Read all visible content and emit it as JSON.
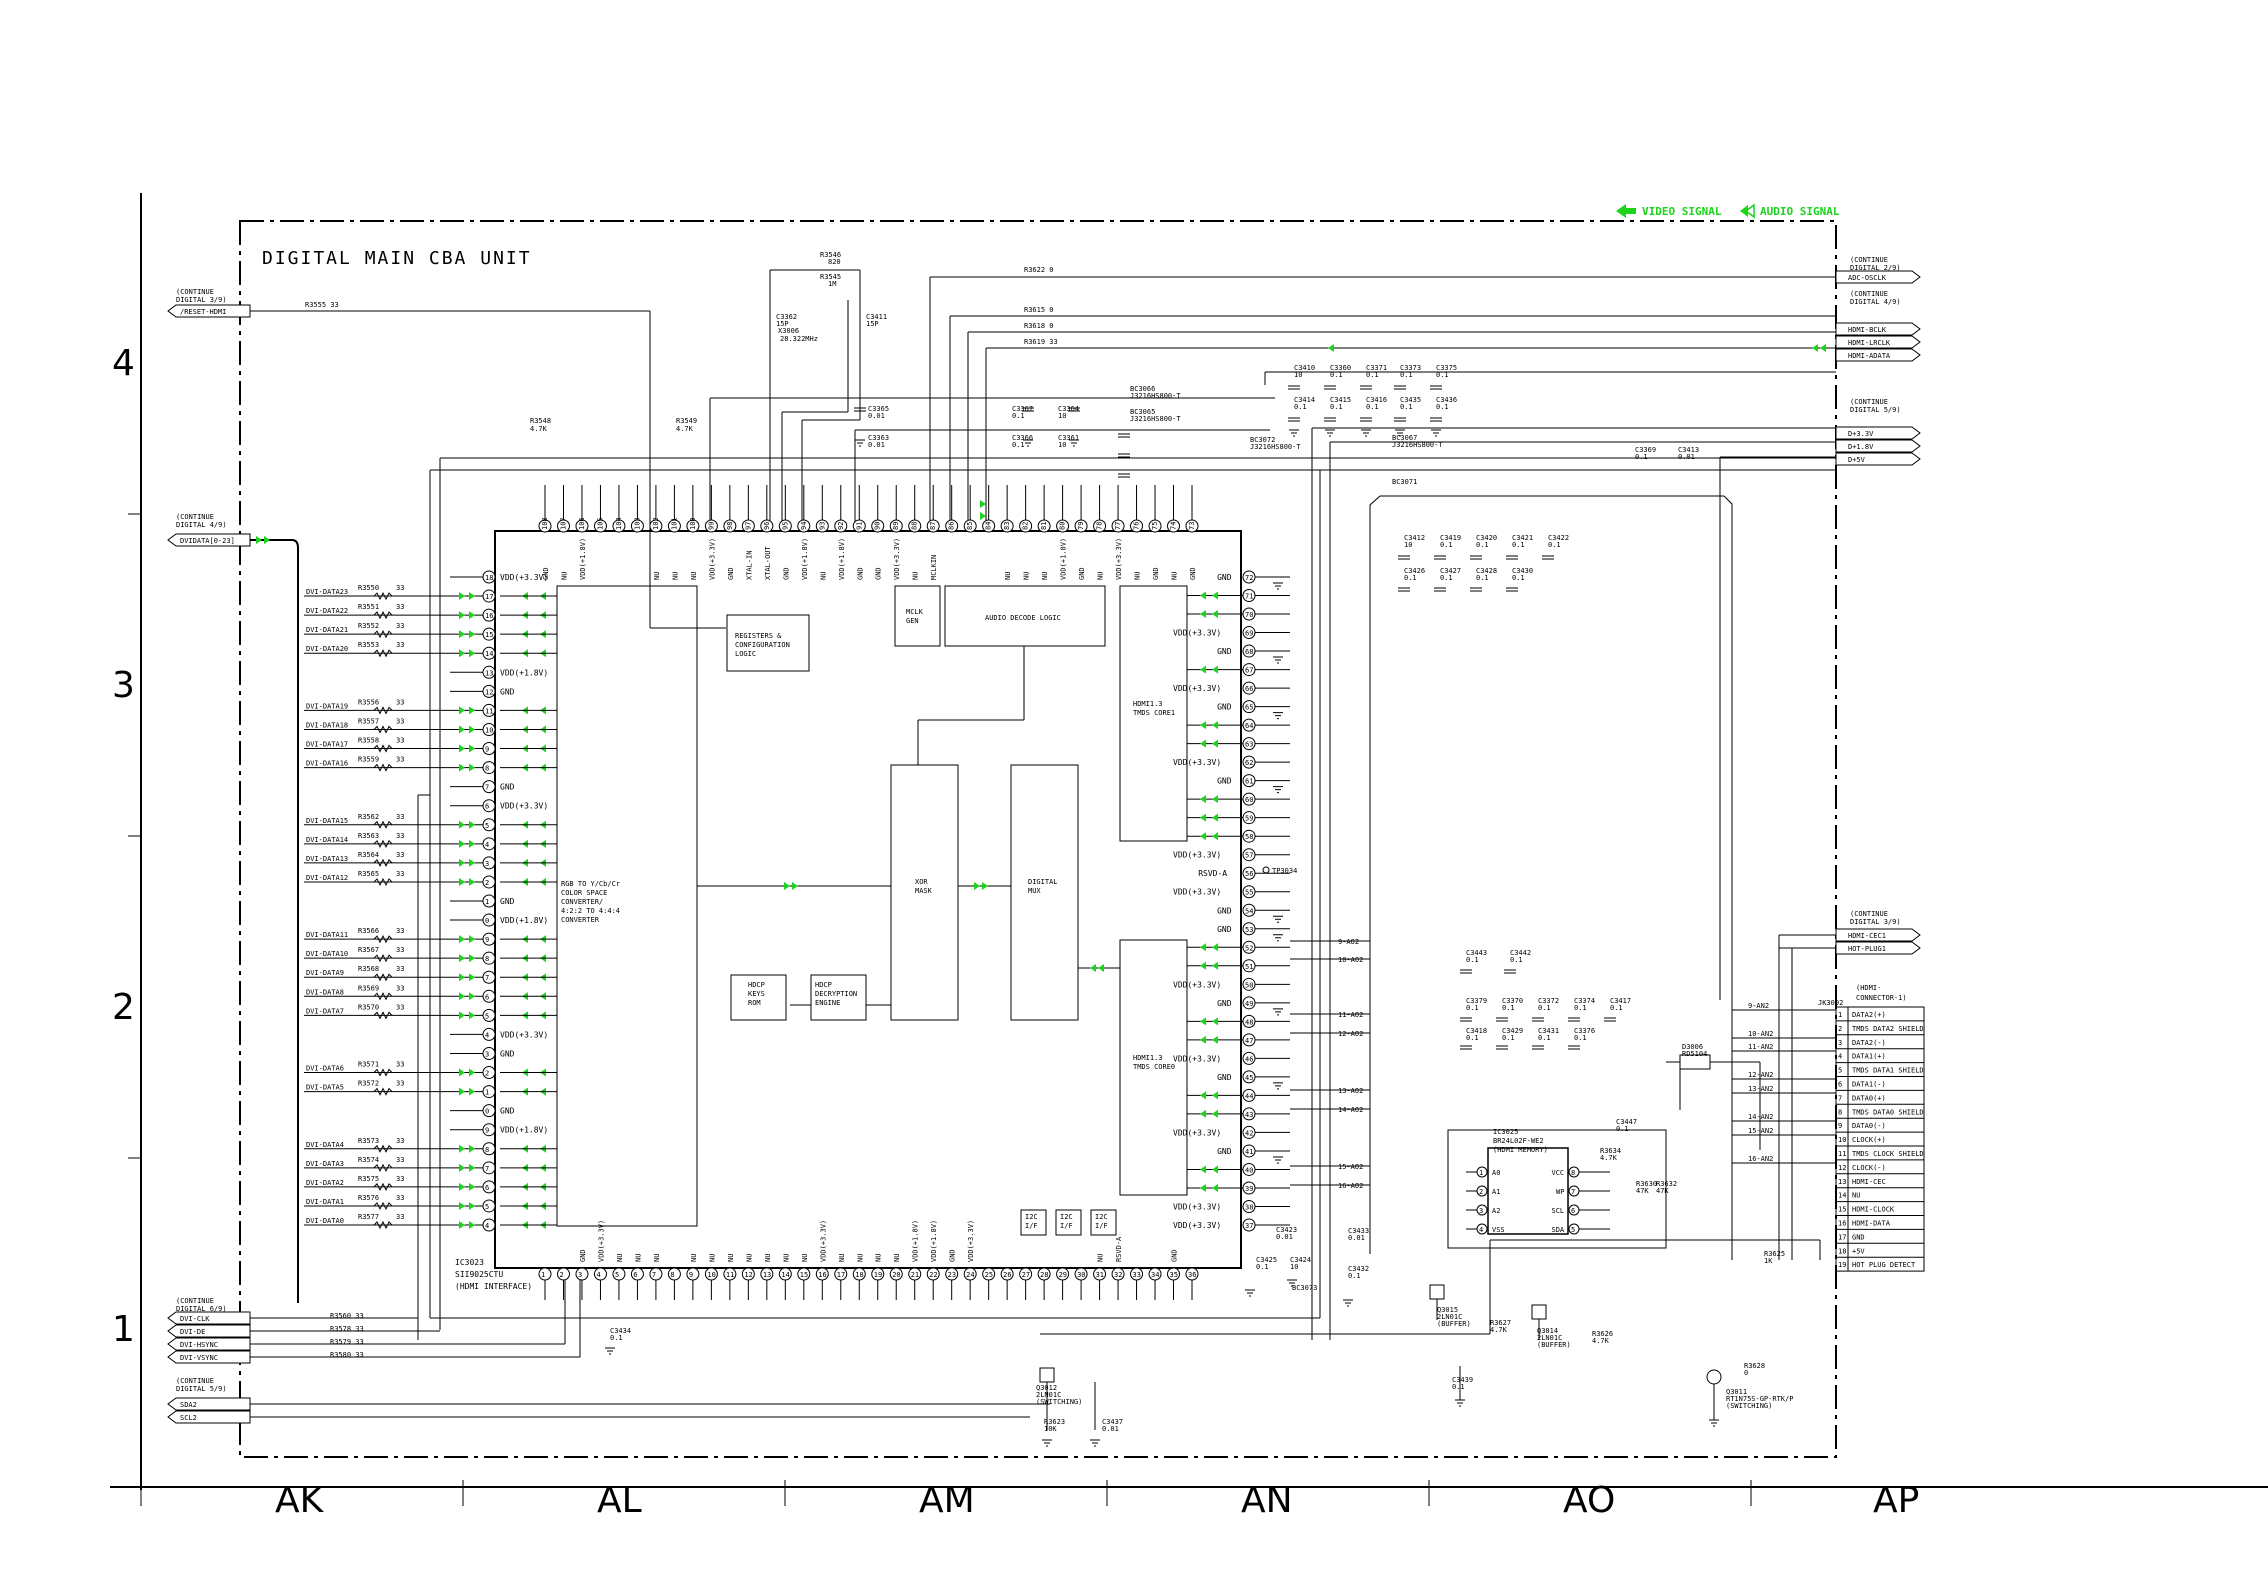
{
  "title": "DIGITAL MAIN CBA UNIT",
  "legend": {
    "video": "VIDEO SIGNAL",
    "audio": "AUDIO SIGNAL",
    "color": "#1bd41b"
  },
  "grid": {
    "rows": [
      "4",
      "3",
      "2",
      "1"
    ],
    "cols": [
      "AK",
      "AL",
      "AM",
      "AN",
      "AO",
      "AP"
    ]
  },
  "ic3023": {
    "ref": "IC3023",
    "part": "SII9025CTU",
    "desc": "(HDMI INTERFACE)"
  },
  "ic3025": {
    "ref": "IC3025",
    "part": "BR24L02F-WE2",
    "desc": "(HDMI MEMORY)"
  },
  "blocks": {
    "regs": [
      "REGISTERS &",
      "CONFIGURATION",
      "LOGIC"
    ],
    "audio": "AUDIO DECODE LOGIC",
    "mclk": [
      "MCLK",
      "GEN"
    ],
    "tmds1": [
      "HDMI1.3",
      "TMDS CORE1"
    ],
    "tmds0": [
      "HDMI1.3",
      "TMDS CORE0"
    ],
    "csc": [
      "RGB TO Y/Cb/Cr",
      "COLOR SPACE",
      "CONVERTER/",
      "4:2:2 TO 4:4:4",
      "CONVERTER"
    ],
    "xor": [
      "XOR",
      "MASK"
    ],
    "dmux": [
      "DIGITAL",
      "MUX"
    ],
    "keys": [
      "HDCP",
      "KEYS",
      "ROM"
    ],
    "decr": [
      "HDCP",
      "DECRYPTION",
      "ENGINE"
    ]
  },
  "offpage_left": [
    {
      "cont": [
        "(CONTINUE",
        "DIGITAL 3/9)"
      ],
      "signals": [
        "/RESET-HDMI"
      ]
    },
    {
      "cont": [
        "(CONTINUE",
        "DIGITAL 4/9)"
      ],
      "signals": [
        "DVIDATA[0-23]"
      ]
    },
    {
      "cont": [
        "(CONTINUE",
        "DIGITAL 6/9)"
      ],
      "signals": [
        "DVI-CLK",
        "DVI-DE",
        "DVI-HSYNC",
        "DVI-VSYNC"
      ]
    },
    {
      "cont": [
        "(CONTINUE",
        "DIGITAL 5/9)"
      ],
      "signals": [
        "SDA2",
        "SCL2"
      ]
    }
  ],
  "offpage_right": [
    {
      "cont": [
        "(CONTINUE",
        "DIGITAL 2/9)"
      ],
      "signals": [
        "ADC-OSCLK"
      ]
    },
    {
      "cont": [
        "(CONTINUE",
        "DIGITAL 4/9)"
      ],
      "signals": [
        "HDMI-BCLK",
        "HDMI-LRCLK",
        "HDMI-ADATA"
      ]
    },
    {
      "cont": [
        "(CONTINUE",
        "DIGITAL 5/9)"
      ],
      "signals": [
        "D+3.3V",
        "D+1.8V",
        "D+5V"
      ]
    },
    {
      "cont": [
        "(CONTINUE",
        "DIGITAL 3/9)"
      ],
      "signals": [
        "HDMI-CEC1",
        "HOT-PLUG1"
      ]
    }
  ],
  "left_pins": [
    {
      "n": "18",
      "l": "VDD(+3.3V)"
    },
    {
      "n": "17",
      "l": ""
    },
    {
      "n": "16",
      "l": ""
    },
    {
      "n": "15",
      "l": ""
    },
    {
      "n": "14",
      "l": ""
    },
    {
      "n": "13",
      "l": "VDD(+1.8V)"
    },
    {
      "n": "12",
      "l": "GND"
    },
    {
      "n": "11",
      "l": ""
    },
    {
      "n": "10",
      "l": ""
    },
    {
      "n": "9",
      "l": ""
    },
    {
      "n": "8",
      "l": ""
    },
    {
      "n": "7",
      "l": "GND"
    },
    {
      "n": "6",
      "l": "VDD(+3.3V)"
    },
    {
      "n": "5",
      "l": ""
    },
    {
      "n": "4",
      "l": ""
    },
    {
      "n": "3",
      "l": ""
    },
    {
      "n": "2",
      "l": ""
    },
    {
      "n": "1",
      "l": "GND"
    },
    {
      "n": "0",
      "l": "VDD(+1.8V)"
    },
    {
      "n": "9",
      "l": ""
    },
    {
      "n": "8",
      "l": ""
    },
    {
      "n": "7",
      "l": ""
    },
    {
      "n": "6",
      "l": ""
    },
    {
      "n": "5",
      "l": ""
    },
    {
      "n": "4",
      "l": "VDD(+3.3V)"
    },
    {
      "n": "3",
      "l": "GND"
    },
    {
      "n": "2",
      "l": ""
    },
    {
      "n": "1",
      "l": ""
    },
    {
      "n": "0",
      "l": "GND"
    },
    {
      "n": "9",
      "l": "VDD(+1.8V)"
    },
    {
      "n": "8",
      "l": ""
    },
    {
      "n": "7",
      "l": ""
    },
    {
      "n": "6",
      "l": ""
    },
    {
      "n": "5",
      "l": ""
    },
    {
      "n": "4",
      "l": ""
    }
  ],
  "dvi_rows": [
    {
      "sig": "DVI-DATA23",
      "r": "R3550",
      "v": "33"
    },
    {
      "sig": "DVI-DATA22",
      "r": "R3551",
      "v": "33"
    },
    {
      "sig": "DVI-DATA21",
      "r": "R3552",
      "v": "33"
    },
    {
      "sig": "DVI-DATA20",
      "r": "R3553",
      "v": "33"
    },
    {
      "sig": "DVI-DATA19",
      "r": "R3556",
      "v": "33"
    },
    {
      "sig": "DVI-DATA18",
      "r": "R3557",
      "v": "33"
    },
    {
      "sig": "DVI-DATA17",
      "r": "R3558",
      "v": "33"
    },
    {
      "sig": "DVI-DATA16",
      "r": "R3559",
      "v": "33"
    },
    {
      "sig": "DVI-DATA15",
      "r": "R3562",
      "v": "33"
    },
    {
      "sig": "DVI-DATA14",
      "r": "R3563",
      "v": "33"
    },
    {
      "sig": "DVI-DATA13",
      "r": "R3564",
      "v": "33"
    },
    {
      "sig": "DVI-DATA12",
      "r": "R3565",
      "v": "33"
    },
    {
      "sig": "DVI-DATA11",
      "r": "R3566",
      "v": "33"
    },
    {
      "sig": "DVI-DATA10",
      "r": "R3567",
      "v": "33"
    },
    {
      "sig": "DVI-DATA9",
      "r": "R3568",
      "v": "33"
    },
    {
      "sig": "DVI-DATA8",
      "r": "R3569",
      "v": "33"
    },
    {
      "sig": "DVI-DATA7",
      "r": "R3570",
      "v": "33"
    },
    {
      "sig": "DVI-DATA6",
      "r": "R3571",
      "v": "33"
    },
    {
      "sig": "DVI-DATA5",
      "r": "R3572",
      "v": "33"
    },
    {
      "sig": "DVI-DATA4",
      "r": "R3573",
      "v": "33"
    },
    {
      "sig": "DVI-DATA3",
      "r": "R3574",
      "v": "33"
    },
    {
      "sig": "DVI-DATA2",
      "r": "R3575",
      "v": "33"
    },
    {
      "sig": "DVI-DATA1",
      "r": "R3576",
      "v": "33"
    },
    {
      "sig": "DVI-DATA0",
      "r": "R3577",
      "v": "33"
    }
  ],
  "right_pins": [
    {
      "n": "72",
      "l": "GND"
    },
    {
      "n": "71",
      "l": ""
    },
    {
      "n": "70",
      "l": ""
    },
    {
      "n": "69",
      "l": "VDD(+3.3V)"
    },
    {
      "n": "68",
      "l": "GND"
    },
    {
      "n": "67",
      "l": ""
    },
    {
      "n": "66",
      "l": "VDD(+3.3V)"
    },
    {
      "n": "65",
      "l": "GND"
    },
    {
      "n": "64",
      "l": ""
    },
    {
      "n": "63",
      "l": ""
    },
    {
      "n": "62",
      "l": "VDD(+3.3V)"
    },
    {
      "n": "61",
      "l": "GND"
    },
    {
      "n": "60",
      "l": ""
    },
    {
      "n": "59",
      "l": ""
    },
    {
      "n": "58",
      "l": ""
    },
    {
      "n": "57",
      "l": "VDD(+3.3V)"
    },
    {
      "n": "56",
      "l": "RSVD-A"
    },
    {
      "n": "55",
      "l": "VDD(+3.3V)"
    },
    {
      "n": "54",
      "l": "GND"
    },
    {
      "n": "53",
      "l": "GND"
    },
    {
      "n": "52",
      "l": ""
    },
    {
      "n": "51",
      "l": ""
    },
    {
      "n": "50",
      "l": "VDD(+3.3V)"
    },
    {
      "n": "49",
      "l": "GND"
    },
    {
      "n": "48",
      "l": ""
    },
    {
      "n": "47",
      "l": ""
    },
    {
      "n": "46",
      "l": "VDD(+3.3V)"
    },
    {
      "n": "45",
      "l": "GND"
    },
    {
      "n": "44",
      "l": ""
    },
    {
      "n": "43",
      "l": ""
    },
    {
      "n": "42",
      "l": "VDD(+3.3V)"
    },
    {
      "n": "41",
      "l": "GND"
    },
    {
      "n": "40",
      "l": ""
    },
    {
      "n": "39",
      "l": ""
    },
    {
      "n": "38",
      "l": "VDD(+3.3V)"
    },
    {
      "n": "37",
      "l": "VDD(+3.3V)"
    }
  ],
  "top_pins": [
    {
      "n": "108",
      "l": "GND"
    },
    {
      "n": "107",
      "l": "NU"
    },
    {
      "n": "106",
      "l": "VDD(+1.8V)"
    },
    {
      "n": "105",
      "l": ""
    },
    {
      "n": "104",
      "l": ""
    },
    {
      "n": "103",
      "l": ""
    },
    {
      "n": "102",
      "l": "NU"
    },
    {
      "n": "101",
      "l": "NU"
    },
    {
      "n": "100",
      "l": "NU"
    },
    {
      "n": "99",
      "l": "VDD(+3.3V)"
    },
    {
      "n": "98",
      "l": "GND"
    },
    {
      "n": "97",
      "l": "XTAL-IN"
    },
    {
      "n": "96",
      "l": "XTAL-OUT"
    },
    {
      "n": "95",
      "l": "GND"
    },
    {
      "n": "94",
      "l": "VDD(+1.8V)"
    },
    {
      "n": "93",
      "l": "NU"
    },
    {
      "n": "92",
      "l": "VDD(+1.8V)"
    },
    {
      "n": "91",
      "l": "GND"
    },
    {
      "n": "90",
      "l": "GND"
    },
    {
      "n": "89",
      "l": "VDD(+3.3V)"
    },
    {
      "n": "88",
      "l": "NU"
    },
    {
      "n": "87",
      "l": "MCLKIN"
    },
    {
      "n": "86",
      "l": ""
    },
    {
      "n": "85",
      "l": ""
    },
    {
      "n": "84",
      "l": ""
    },
    {
      "n": "83",
      "l": "NU"
    },
    {
      "n": "82",
      "l": "NU"
    },
    {
      "n": "81",
      "l": "NU"
    },
    {
      "n": "80",
      "l": "VDD(+1.8V)"
    },
    {
      "n": "79",
      "l": "GND"
    },
    {
      "n": "78",
      "l": "NU"
    },
    {
      "n": "77",
      "l": "VDD(+3.3V)"
    },
    {
      "n": "76",
      "l": "NU"
    },
    {
      "n": "75",
      "l": "GND"
    },
    {
      "n": "74",
      "l": "NU"
    },
    {
      "n": "73",
      "l": "GND"
    }
  ],
  "bottom_pins": [
    {
      "n": "1",
      "l": ""
    },
    {
      "n": "2",
      "l": ""
    },
    {
      "n": "3",
      "l": "GND"
    },
    {
      "n": "4",
      "l": "VDD(+3.3V)"
    },
    {
      "n": "5",
      "l": "NU"
    },
    {
      "n": "6",
      "l": "NU"
    },
    {
      "n": "7",
      "l": "NU"
    },
    {
      "n": "8",
      "l": ""
    },
    {
      "n": "9",
      "l": "NU"
    },
    {
      "n": "10",
      "l": "NU"
    },
    {
      "n": "11",
      "l": "NU"
    },
    {
      "n": "12",
      "l": "NU"
    },
    {
      "n": "13",
      "l": "NU"
    },
    {
      "n": "14",
      "l": "NU"
    },
    {
      "n": "15",
      "l": "NU"
    },
    {
      "n": "16",
      "l": "VDD(+3.3V)"
    },
    {
      "n": "17",
      "l": "NU"
    },
    {
      "n": "18",
      "l": "NU"
    },
    {
      "n": "19",
      "l": "NU"
    },
    {
      "n": "20",
      "l": "NU"
    },
    {
      "n": "21",
      "l": "VDD(+1.8V)"
    },
    {
      "n": "22",
      "l": "VDD(+1.8V)"
    },
    {
      "n": "23",
      "l": "GND"
    },
    {
      "n": "24",
      "l": "VDD(+3.3V)"
    },
    {
      "n": "25",
      "l": ""
    },
    {
      "n": "26",
      "l": ""
    },
    {
      "n": "27",
      "l": ""
    },
    {
      "n": "28",
      "l": ""
    },
    {
      "n": "29",
      "l": ""
    },
    {
      "n": "30",
      "l": ""
    },
    {
      "n": "31",
      "l": "NU"
    },
    {
      "n": "32",
      "l": "RSVD-A"
    },
    {
      "n": "33",
      "l": ""
    },
    {
      "n": "34",
      "l": ""
    },
    {
      "n": "35",
      "l": "GND"
    },
    {
      "n": "36",
      "l": ""
    }
  ],
  "i2c": [
    "I2C",
    "I/F"
  ],
  "tp": "TP3034",
  "ao2": [
    "9-AO2",
    "10-AO2",
    "11-AO2",
    "12-AO2",
    "13-AO2",
    "14-AO2",
    "15-AO2",
    "16-AO2"
  ],
  "an2": [
    "9-AN2",
    "10-AN2",
    "11-AN2",
    "12-AN2",
    "13-AN2",
    "14-AN2",
    "15-AN2",
    "16-AN2"
  ],
  "jk3002": {
    "ref": "JK3002",
    "title": [
      "(HDMI-",
      "CONNECTOR-1)"
    ],
    "pins": [
      {
        "n": "1",
        "l": "DATA2(+)"
      },
      {
        "n": "2",
        "l": "TMDS DATA2 SHIELD"
      },
      {
        "n": "3",
        "l": "DATA2(-)"
      },
      {
        "n": "4",
        "l": "DATA1(+)"
      },
      {
        "n": "5",
        "l": "TMDS DATA1 SHIELD"
      },
      {
        "n": "6",
        "l": "DATA1(-)"
      },
      {
        "n": "7",
        "l": "DATA0(+)"
      },
      {
        "n": "8",
        "l": "TMDS DATA0 SHIELD"
      },
      {
        "n": "9",
        "l": "DATA0(-)"
      },
      {
        "n": "10",
        "l": "CLOCK(+)"
      },
      {
        "n": "11",
        "l": "TMDS CLOCK SHIELD"
      },
      {
        "n": "12",
        "l": "CLOCK(-)"
      },
      {
        "n": "13",
        "l": "HDMI-CEC"
      },
      {
        "n": "14",
        "l": "NU"
      },
      {
        "n": "15",
        "l": "HDMI-CLOCK"
      },
      {
        "n": "16",
        "l": "HDMI-DATA"
      },
      {
        "n": "17",
        "l": "GND"
      },
      {
        "n": "18",
        "l": "+5V"
      },
      {
        "n": "19",
        "l": "HOT PLUG DETECT"
      }
    ]
  },
  "eeprom_pins": {
    "left": [
      {
        "n": "1",
        "l": "A0"
      },
      {
        "n": "2",
        "l": "A1"
      },
      {
        "n": "3",
        "l": "A2"
      },
      {
        "n": "4",
        "l": "VSS"
      }
    ],
    "right": [
      {
        "n": "8",
        "l": "VCC"
      },
      {
        "n": "7",
        "l": "WP"
      },
      {
        "n": "6",
        "l": "SCL"
      },
      {
        "n": "5",
        "l": "SDA"
      }
    ]
  },
  "labels": [
    "R3555  33",
    "R3548",
    "4.7K",
    "R3549",
    "4.7K",
    "R3546",
    "820",
    "R3545",
    "1M",
    "C3362",
    "15P",
    "C3411",
    "15P",
    "X3006",
    "28.322MHz",
    "R3622   0",
    "R3615   0",
    "R3618   0",
    "R3619   33",
    "C3365",
    "0.01",
    "C3363",
    "0.01",
    "C3367",
    "0.1",
    "C3364",
    "10",
    "C3366",
    "0.1",
    "C3361",
    "10",
    "BC3066",
    "J3216HS800-T",
    "BC3065",
    "J3216HS800-T",
    "BC3072",
    "J3216HS800-T",
    "BC3067",
    "J3216HS800-T",
    "BC3071",
    "C3410",
    "10",
    "C3360",
    "0.1",
    "C3371",
    "0.1",
    "C3373",
    "0.1",
    "C3375",
    "0.1",
    "C3414",
    "0.1",
    "C3415",
    "0.1",
    "C3416",
    "0.1",
    "C3435",
    "0.1",
    "C3436",
    "0.1",
    "C3369",
    "0.1",
    "C3413",
    "0.01",
    "C3412",
    "10",
    "C3419",
    "0.1",
    "C3420",
    "0.1",
    "C3421",
    "0.1",
    "C3422",
    "0.1",
    "C3426",
    "0.1",
    "C3427",
    "0.1",
    "C3428",
    "0.1",
    "C3430",
    "0.1",
    "C3443",
    "0.1",
    "C3442",
    "0.1",
    "C3379",
    "0.1",
    "C3370",
    "0.1",
    "C3372",
    "0.1",
    "C3374",
    "0.1",
    "C3417",
    "0.1",
    "C3418",
    "0.1",
    "C3429",
    "0.1",
    "C3431",
    "0.1",
    "C3376",
    "0.1",
    "C3423",
    "0.01",
    "C3425",
    "0.1",
    "C3424",
    "10",
    "C3433",
    "0.01",
    "C3432",
    "0.1",
    "BC3073",
    "R3560   33",
    "R3578   33",
    "R3579   33",
    "R3580   33",
    "C3434",
    "0.1",
    "Q3012",
    "2LN01C",
    "(SWITCHING)",
    "R3623",
    "10K",
    "C3437",
    "0.01",
    "Q3015",
    "2LN01C",
    "(BUFFER)",
    "R3627",
    "4.7K",
    "Q3014",
    "2LN01C",
    "(BUFFER)",
    "R3626",
    "4.7K",
    "C3439",
    "0.1",
    "C3447",
    "0.1",
    "R3634",
    "4.7K",
    "R3630",
    "47K",
    "R3632",
    "47K",
    "D3006",
    "RD5104",
    "R3625",
    "1K",
    "R3628",
    "0",
    "Q3011",
    "RT1N75S-GP-RTK/P",
    "(SWITCHING)"
  ]
}
